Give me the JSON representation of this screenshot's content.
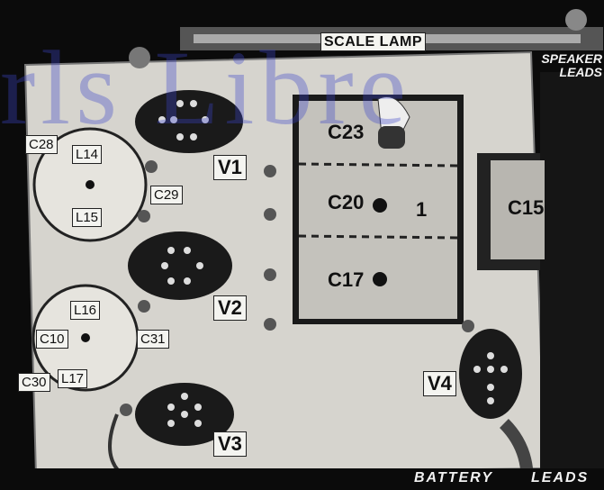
{
  "watermark": "rls Libre",
  "labels": {
    "scale_lamp": "SCALE LAMP",
    "speaker_leads_1": "SPEAKER",
    "speaker_leads_2": "LEADS",
    "c28": "C28",
    "l14": "L14",
    "c29": "C29",
    "l15": "L15",
    "v1": "V1",
    "c23": "C23",
    "c20": "C20",
    "c17": "C17",
    "c15": "C15",
    "one": "1",
    "v2": "V2",
    "l16": "L16",
    "c10": "C10",
    "c31": "C31",
    "c30": "C30",
    "l17": "L17",
    "v3": "V3",
    "v4": "V4",
    "battery": "BATTERY",
    "leads": "LEADS"
  },
  "colors": {
    "panel": "#d8d6d0",
    "dark": "#111111",
    "watermark": "#3c46c8"
  }
}
